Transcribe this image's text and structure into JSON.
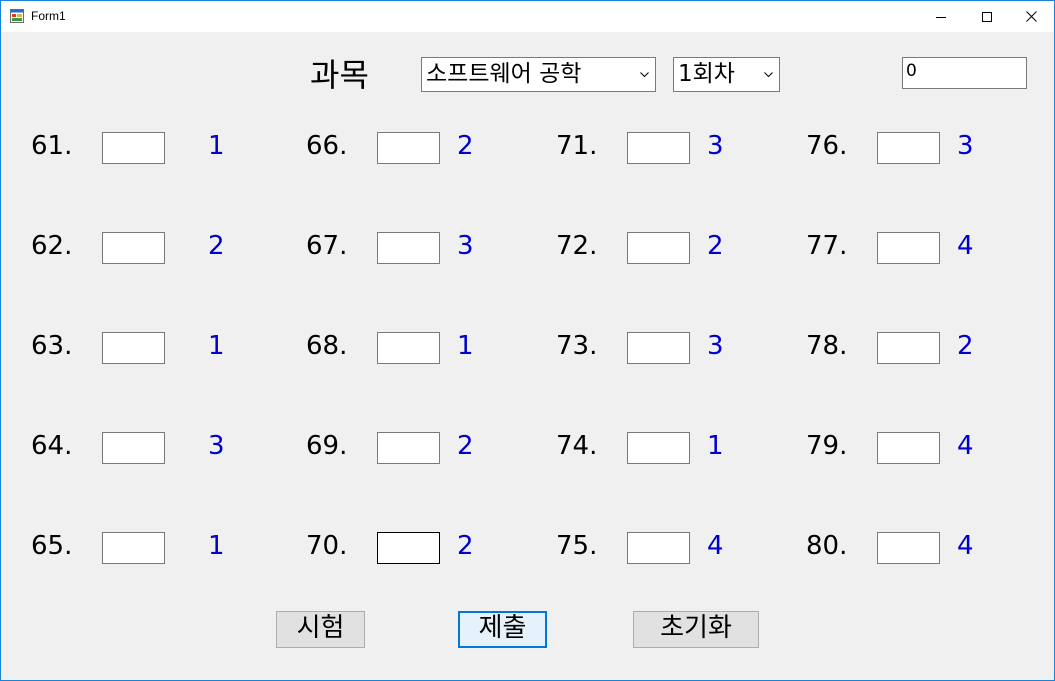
{
  "window": {
    "title": "Form1"
  },
  "header": {
    "subject_label": "과목",
    "subject_select": {
      "value": "소프트웨어 공학"
    },
    "round_select": {
      "value": "1회차"
    },
    "score_value": "0"
  },
  "questions": [
    {
      "number": "61.",
      "answer": "1"
    },
    {
      "number": "62.",
      "answer": "2"
    },
    {
      "number": "63.",
      "answer": "1"
    },
    {
      "number": "64.",
      "answer": "3"
    },
    {
      "number": "65.",
      "answer": "1"
    },
    {
      "number": "66.",
      "answer": "2"
    },
    {
      "number": "67.",
      "answer": "3"
    },
    {
      "number": "68.",
      "answer": "1"
    },
    {
      "number": "69.",
      "answer": "2"
    },
    {
      "number": "70.",
      "answer": "2"
    },
    {
      "number": "71.",
      "answer": "3"
    },
    {
      "number": "72.",
      "answer": "2"
    },
    {
      "number": "73.",
      "answer": "3"
    },
    {
      "number": "74.",
      "answer": "1"
    },
    {
      "number": "75.",
      "answer": "4"
    },
    {
      "number": "76.",
      "answer": "3"
    },
    {
      "number": "77.",
      "answer": "4"
    },
    {
      "number": "78.",
      "answer": "2"
    },
    {
      "number": "79.",
      "answer": "4"
    },
    {
      "number": "80.",
      "answer": "4"
    }
  ],
  "buttons": {
    "exam_label": "시험",
    "submit_label": "제출",
    "reset_label": "초기화"
  },
  "colors": {
    "answer_text": "#0000cc",
    "focus_border": "#0078d7"
  },
  "icons": {
    "app": "winforms-app-icon",
    "minimize": "minimize-icon",
    "maximize": "maximize-icon",
    "close": "close-icon",
    "dropdown": "chevron-down-icon"
  }
}
